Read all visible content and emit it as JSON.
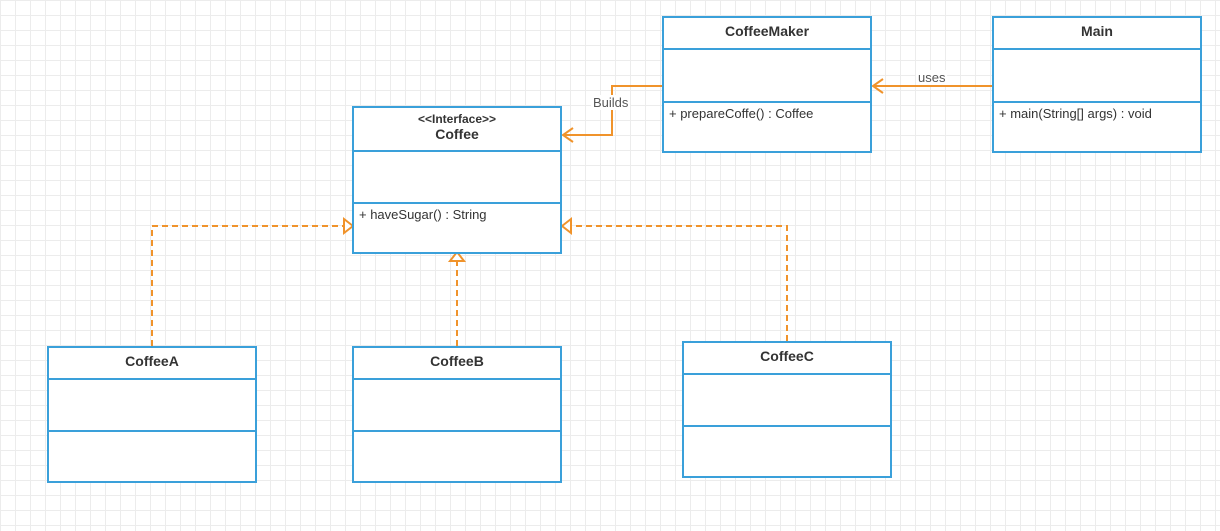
{
  "colors": {
    "class_border": "#3aa0da",
    "connector": "#f0932b",
    "grid": "#ececec"
  },
  "classes": {
    "coffee_maker": {
      "name": "CoffeeMaker",
      "operation": "+  prepareCoffe() : Coffee"
    },
    "main": {
      "name": "Main",
      "operation": "+ main(String[] args) : void"
    },
    "coffee": {
      "stereotype": "<<Interface>>",
      "name": "Coffee",
      "operation": "+ haveSugar() : String"
    },
    "coffee_a": {
      "name": "CoffeeA"
    },
    "coffee_b": {
      "name": "CoffeeB"
    },
    "coffee_c": {
      "name": "CoffeeC"
    }
  },
  "relations": {
    "builds": {
      "label": "Builds",
      "type": "association"
    },
    "uses": {
      "label": "uses",
      "type": "association"
    },
    "realizations": [
      "CoffeeA",
      "CoffeeB",
      "CoffeeC"
    ]
  }
}
